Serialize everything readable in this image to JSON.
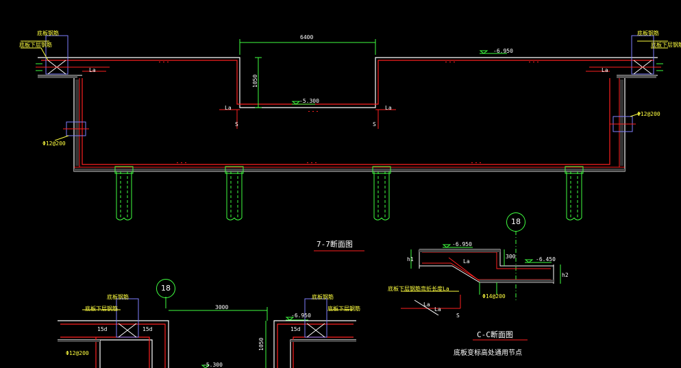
{
  "drawing": {
    "section_77_title": "7-7断面图",
    "section_cc_title": "C-C断面图",
    "section_cc_subtitle": "底板变标高处通用节点",
    "axis_marker_a": "18",
    "axis_marker_b": "18",
    "dims": {
      "top_width": "6400",
      "top_depth": "1050",
      "bottom_width": "3000",
      "bottom_depth": "1050"
    },
    "levels": {
      "top_right": "-6.950",
      "pit_bottom": "-5.300",
      "cc_left": "-6.950",
      "cc_right": "-6.450",
      "bottom_right": "-6.950",
      "bottom_pit": "-5.300"
    },
    "tags": {
      "la": "La",
      "section_mark": "S",
      "h1": "h1",
      "h2": "h2",
      "fifteen_d": "15d",
      "dim_300": "300"
    },
    "notes": {
      "top_left_a": "底板钢筋",
      "top_left_b": "底板下层钢筋",
      "top_right_a": "底板钢筋",
      "top_right_b": "底板下层钢筋",
      "wall_left": "Φ12@200",
      "wall_right": "Φ12@200",
      "cc_note": "底板下层钢筋弯折长度La",
      "cc_side": "Φ14@200",
      "bot_left_a": "底板钢筋",
      "bot_left_b": "底板下层钢筋",
      "bot_left_c": "Φ12@200",
      "bot_right_a": "底板钢筋",
      "bot_right_b": "底板下层钢筋"
    }
  }
}
